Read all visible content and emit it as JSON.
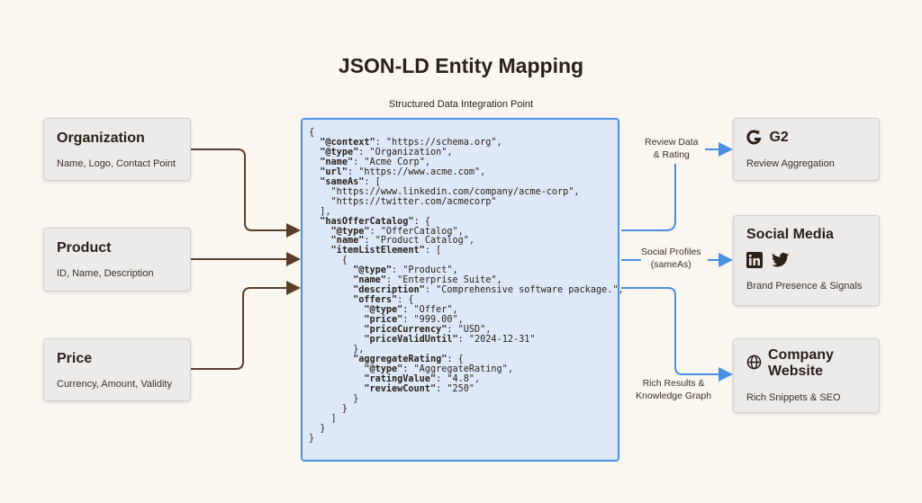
{
  "title": "JSON-LD Entity Mapping",
  "subtitle": "Structured Data Integration Point",
  "inputs": [
    {
      "title": "Organization",
      "desc": "Name, Logo, Contact Point"
    },
    {
      "title": "Product",
      "desc": "ID, Name, Description"
    },
    {
      "title": "Price",
      "desc": "Currency, Amount, Validity"
    }
  ],
  "outputs": [
    {
      "title": "G2",
      "desc": "Review Aggregation",
      "icon": "g2-logo-icon",
      "edge": "Review Data\n& Rating"
    },
    {
      "title": "Social Media",
      "desc": "Brand Presence & Signals",
      "icons": [
        "linkedin-icon",
        "twitter-icon"
      ],
      "edge": "Social Profiles\n(sameAs)"
    },
    {
      "title": "Company\nWebsite",
      "desc": "Rich Snippets & SEO",
      "icon": "globe-icon",
      "edge": "Rich Results &\nKnowledge Graph"
    }
  ],
  "colors": {
    "accent": "#4a90e2",
    "arrow_dark": "#5a3e2b",
    "background": "#faf6f0"
  },
  "code_lines": [
    {
      "p": "{",
      "k": "",
      "r": ""
    },
    {
      "p": "  ",
      "k": "\"@context\"",
      "r": ": \"https://schema.org\","
    },
    {
      "p": "  ",
      "k": "\"@type\"",
      "r": ": \"Organization\","
    },
    {
      "p": "  ",
      "k": "\"name\"",
      "r": ": \"Acme Corp\","
    },
    {
      "p": "  ",
      "k": "\"url\"",
      "r": ": \"https://www.acme.com\","
    },
    {
      "p": "  ",
      "k": "\"sameAs\"",
      "r": ": ["
    },
    {
      "p": "    \"https://www.linkedin.com/company/acme-corp\",",
      "k": "",
      "r": ""
    },
    {
      "p": "    \"https://twitter.com/acmecorp\"",
      "k": "",
      "r": ""
    },
    {
      "p": "  ],",
      "k": "",
      "r": ""
    },
    {
      "p": "  ",
      "k": "\"hasOfferCatalog\"",
      "r": ": {"
    },
    {
      "p": "    ",
      "k": "\"@type\"",
      "r": ": \"OfferCatalog\","
    },
    {
      "p": "    ",
      "k": "\"name\"",
      "r": ": \"Product Catalog\","
    },
    {
      "p": "    ",
      "k": "\"itemListElement\"",
      "r": ": ["
    },
    {
      "p": "      {",
      "k": "",
      "r": ""
    },
    {
      "p": "        ",
      "k": "\"@type\"",
      "r": ": \"Product\","
    },
    {
      "p": "        ",
      "k": "\"name\"",
      "r": ": \"Enterprise Suite\","
    },
    {
      "p": "        ",
      "k": "\"description\"",
      "r": ": \"Comprehensive software package.\","
    },
    {
      "p": "        ",
      "k": "\"offers\"",
      "r": ": {"
    },
    {
      "p": "          ",
      "k": "\"@type\"",
      "r": ": \"Offer\","
    },
    {
      "p": "          ",
      "k": "\"price\"",
      "r": ": \"999.00\","
    },
    {
      "p": "          ",
      "k": "\"priceCurrency\"",
      "r": ": \"USD\","
    },
    {
      "p": "          ",
      "k": "\"priceValidUntil\"",
      "r": ": \"2024-12-31\""
    },
    {
      "p": "        },",
      "k": "",
      "r": ""
    },
    {
      "p": "        ",
      "k": "\"aggregateRating\"",
      "r": ": {"
    },
    {
      "p": "          ",
      "k": "\"@type\"",
      "r": ": \"AggregateRating\","
    },
    {
      "p": "          ",
      "k": "\"ratingValue\"",
      "r": ": \"4.8\","
    },
    {
      "p": "          ",
      "k": "\"reviewCount\"",
      "r": ": \"250\""
    },
    {
      "p": "        }",
      "k": "",
      "r": ""
    },
    {
      "p": "      }",
      "k": "",
      "r": ""
    },
    {
      "p": "    ]",
      "k": "",
      "r": ""
    },
    {
      "p": "  }",
      "k": "",
      "r": ""
    },
    {
      "p": "}",
      "k": "",
      "r": ""
    }
  ]
}
